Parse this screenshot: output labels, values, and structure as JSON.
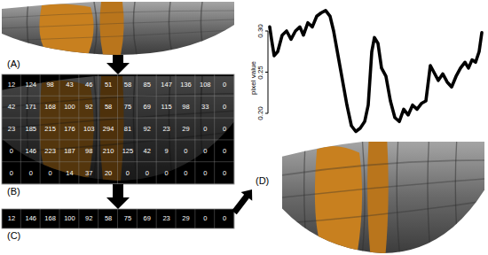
{
  "diagram": {
    "nodes": [
      {
        "text": [
          "(A)"
        ]
      },
      {
        "text": [
          "(B)"
        ]
      },
      {
        "text": [
          "(C)"
        ]
      },
      {
        "text": [
          "(D)"
        ]
      }
    ],
    "edges": [
      {
        "from": 0,
        "to": 1,
        "arrow": "to"
      },
      {
        "from": 1,
        "to": 2,
        "arrow": "to"
      },
      {
        "from": 2,
        "to": 3,
        "arrow": "to"
      }
    ],
    "labels": [
      "12",
      "124",
      "98",
      "43",
      "46",
      "51",
      "58",
      "85",
      "147",
      "136",
      "108",
      "0",
      "42",
      "171",
      "168",
      "100",
      "92",
      "58",
      "75",
      "69",
      "115",
      "98",
      "33",
      "0",
      "23",
      "185",
      "215",
      "176",
      "103",
      "294",
      "81",
      "92",
      "23",
      "29",
      "0",
      "0",
      "0",
      "146",
      "223",
      "187",
      "98",
      "210",
      "125",
      "42",
      "9",
      "0",
      "0",
      "0",
      "0",
      "0",
      "0",
      "14",
      "37",
      "20",
      "0",
      "0",
      "0",
      "0",
      "0",
      "0",
      "12",
      "146",
      "168",
      "100",
      "92",
      "58",
      "75",
      "69",
      "23",
      "29",
      "0",
      "0",
      "pixel value",
      "0.30",
      "0.25",
      "0.20"
    ]
  }
}
